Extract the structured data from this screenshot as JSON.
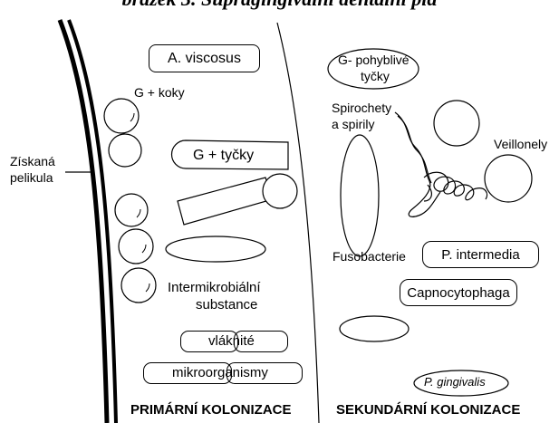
{
  "caption": "brázek 3. Supragingivální dentální pla",
  "labels": {
    "a_viscosus": "A. viscosus",
    "g_plus_koky": "G + koky",
    "ziskana_pelikula_1": "Získaná",
    "ziskana_pelikula_2": "pelikula",
    "g_plus_tycky": "G + tyčky",
    "intermikrobialni_1": "Intermikrobiální",
    "intermikrobialni_2": "substance",
    "vlaknite": "vláknité",
    "mikroorganismy": "mikroorganismy",
    "g_minus_pohyblive_1": "G- pohyblivé",
    "g_minus_pohyblive_2": "tyčky",
    "spirochety_1": "Spirochety",
    "spirochety_2": "a spirily",
    "veillonely": "Veillonely",
    "fusobacterie": "Fusobacterie",
    "p_intermedia": "P. intermedia",
    "capnocytophaga": "Capnocytophaga",
    "p_gingivalis": "P. gingivalis"
  },
  "footer": {
    "primary": "PRIMÁRNÍ KOLONIZACE",
    "secondary": "SEKUNDÁRNÍ KOLONIZACE"
  }
}
